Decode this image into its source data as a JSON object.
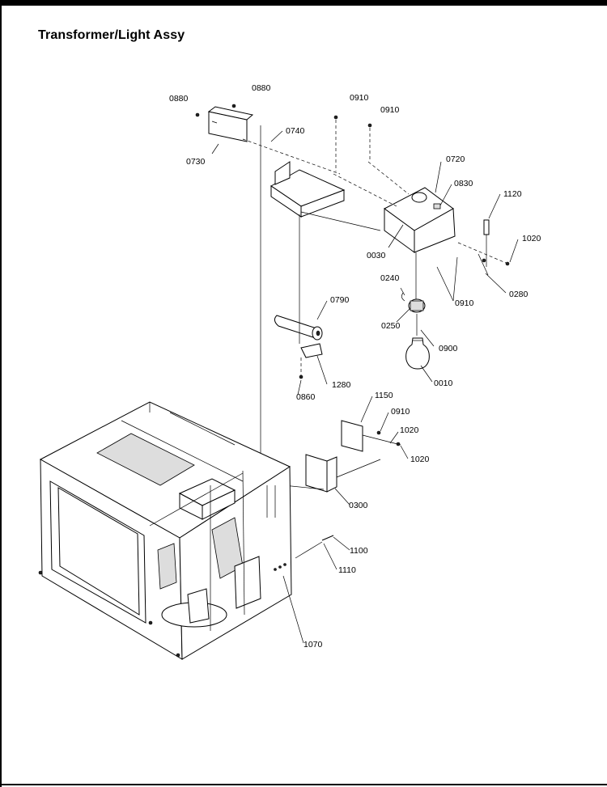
{
  "title": "Transformer/Light Assy",
  "callouts": {
    "c0880a": "0880",
    "c0880b": "0880",
    "c0730": "0730",
    "c0740": "0740",
    "c0910a": "0910",
    "c0910b": "0910",
    "c0720": "0720",
    "c0830": "0830",
    "c1120": "1120",
    "c1020a": "1020",
    "c0030": "0030",
    "c0240": "0240",
    "c0910c": "0910",
    "c0280": "0280",
    "c0790": "0790",
    "c0250": "0250",
    "c0900": "0900",
    "c1280": "1280",
    "c0010": "0010",
    "c0860": "0860",
    "c1150": "1150",
    "c0910d": "0910",
    "c1020b": "1020",
    "c1020c": "1020",
    "c0300": "0300",
    "c1100": "1100",
    "c1110": "1110",
    "c1070": "1070"
  }
}
